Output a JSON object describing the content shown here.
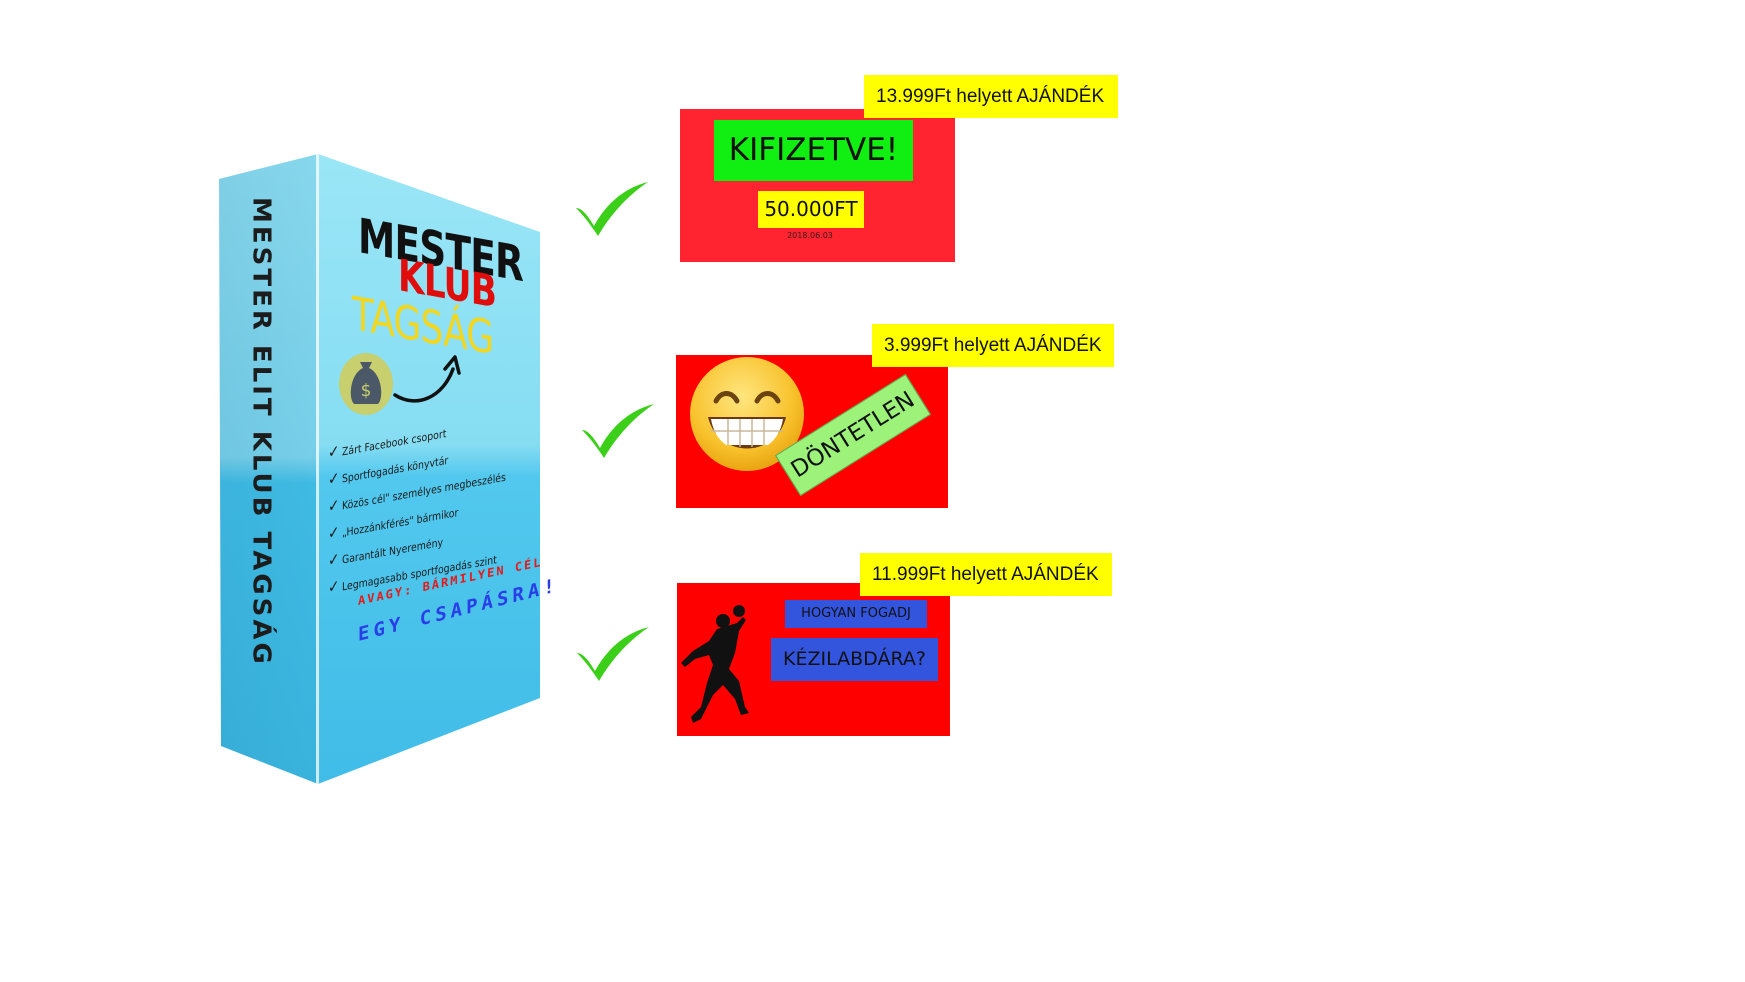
{
  "product_box": {
    "spine_text": "MESTER ELIT KLUB TAGSÁG",
    "title_line1": "MESTER",
    "title_line2": "KLUB",
    "title_line3": "TAGSÁG",
    "icons": [
      "money-bag-icon",
      "curved-arrow-icon"
    ],
    "features": [
      "Zárt Facebook csoport",
      "Sportfogadás könyvtár",
      "Közös cél\" személyes megbeszélés",
      "„Hozzánkférés\" bármikor",
      "Garantált Nyeremény",
      "Legmagasabb sportfogadás szint"
    ],
    "tagline_small": "AVAGY: BÁRMILYEN CÉL",
    "tagline_big": "EGY CSAPÁSRA!",
    "colors": {
      "box": "#7cd6ef",
      "klub": "#e00d0d",
      "tagsag": "#f3d61e",
      "csapasra": "#2a3ee8"
    }
  },
  "offers": [
    {
      "price_tag": "13.999Ft helyett AJÁNDÉK",
      "headline": "KIFIZETVE!",
      "amount": "50.000FT",
      "date": "2018.06.03",
      "check_icon": "check-icon"
    },
    {
      "price_tag": "3.999Ft helyett AJÁNDÉK",
      "badge": "DÖNTETLEN",
      "emoji_icon": "grinning-face-icon",
      "check_icon": "check-icon"
    },
    {
      "price_tag": "11.999Ft helyett AJÁNDÉK",
      "line1": "HOGYAN FOGADJ",
      "line2": "KÉZILABDÁRA?",
      "icon": "handball-player-icon",
      "check_icon": "check-icon"
    }
  ],
  "colors": {
    "panel": "#ff0000",
    "price_tag": "#ffff00",
    "check": "#3ccf1a",
    "paid": "#11ee11",
    "draw": "#9df27a",
    "blue_label": "#3355dd"
  }
}
